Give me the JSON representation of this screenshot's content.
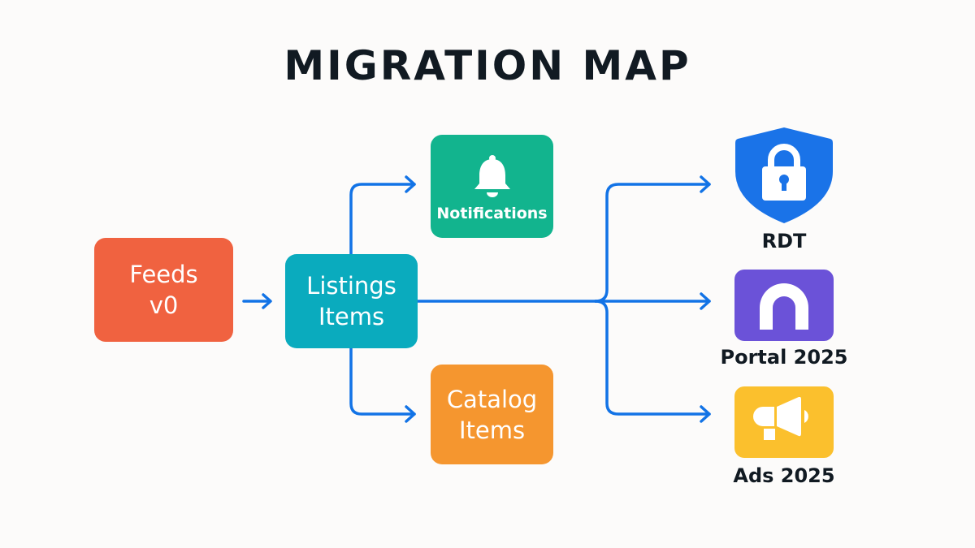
{
  "title": "MIGRATION MAP",
  "colors": {
    "arrow": "#1273e6",
    "feeds": "#f06240",
    "listings": "#0aabbe",
    "notifications": "#12b48e",
    "catalog": "#f5962f",
    "rdt": "#1a73e8",
    "portal": "#6b52d8",
    "ads": "#fbc02d"
  },
  "nodes": {
    "feeds": {
      "line1": "Feeds",
      "line2": "v0"
    },
    "listings": {
      "line1": "Listings",
      "line2": "Items"
    },
    "notifications": {
      "label": "Notifications",
      "icon": "bell-icon"
    },
    "catalog": {
      "line1": "Catalog",
      "line2": "Items"
    },
    "rdt": {
      "label": "RDT",
      "icon": "shield-lock-icon"
    },
    "portal": {
      "label": "Portal 2025",
      "icon": "arch-icon"
    },
    "ads": {
      "label": "Ads 2025",
      "icon": "megaphone-icon"
    }
  },
  "edges": [
    {
      "from": "Feeds v0",
      "to": "Listings Items"
    },
    {
      "from": "Listings Items",
      "to": "Notifications"
    },
    {
      "from": "Listings Items",
      "to": "Catalog Items"
    },
    {
      "from": "Listings Items",
      "to": "RDT"
    },
    {
      "from": "Listings Items",
      "to": "Portal 2025"
    },
    {
      "from": "Listings Items",
      "to": "Ads 2025"
    }
  ]
}
